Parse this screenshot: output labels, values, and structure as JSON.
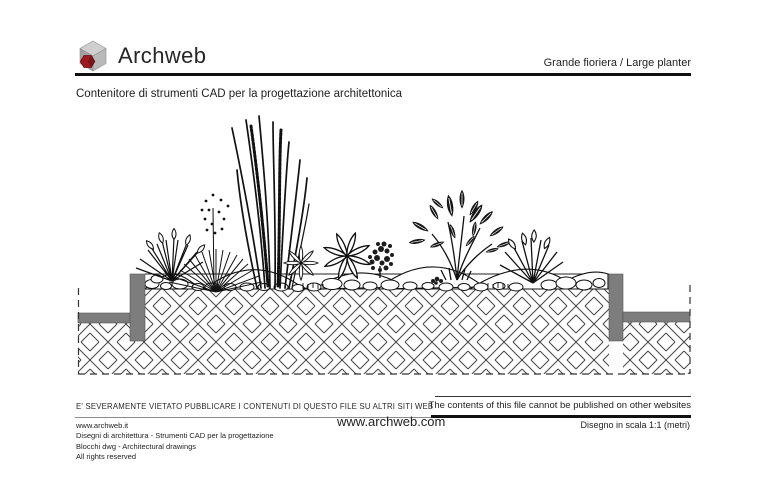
{
  "header": {
    "brand": "Archweb",
    "title": "Grande fioriera  /  Large planter",
    "subtitle": "Contenitore di strumenti CAD per la progettazione architettonica"
  },
  "notice": {
    "left": "E' SEVERAMENTE VIETATO PUBBLICARE I CONTENUTI DI QUESTO FILE SU ALTRI SITI WEB",
    "right": "The contents of this file cannot be published on other websites"
  },
  "footer": {
    "site_it": "www.archweb.it",
    "desc_line1": "Disegni di architettura - Strumenti CAD  per la progettazione",
    "desc_line2": "Blocchi dwg - Architectural drawings",
    "rights": "All rights reserved",
    "site_main": "www.archweb.com",
    "scale": "Disegno in scala 1:1 (metri)"
  },
  "colors": {
    "ink": "#1a1a1a",
    "wall_gray": "#7d7d7d",
    "hatch_line": "#454545",
    "logo_red": "#9e1b20",
    "logo_gray_light": "#cfcfcf",
    "logo_gray_mid": "#b9b9b9",
    "logo_gray_dark": "#a2a2a2"
  }
}
